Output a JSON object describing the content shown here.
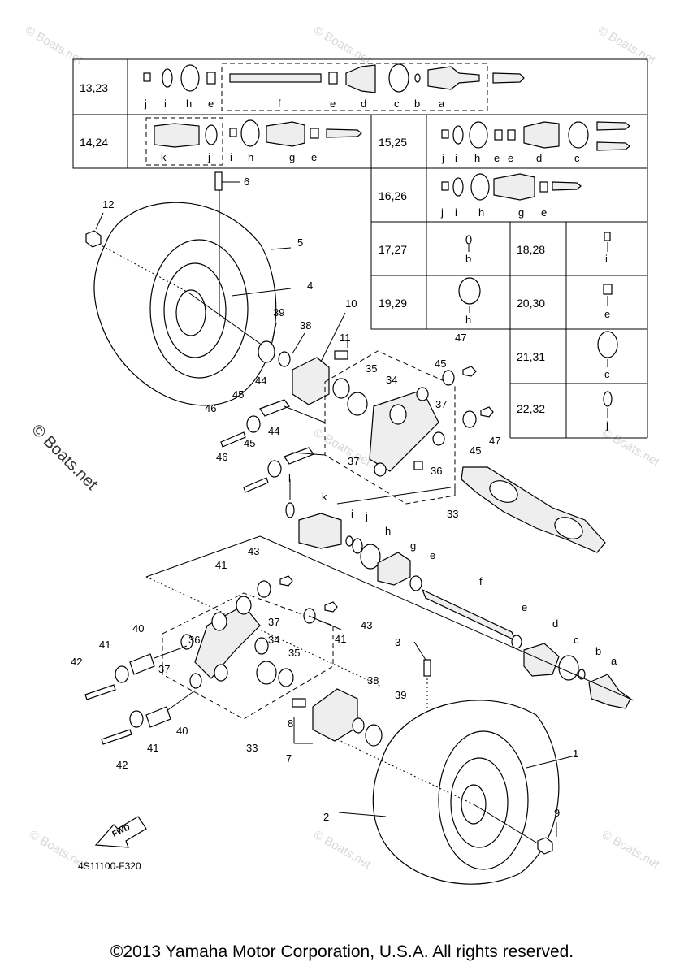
{
  "watermark": "© Boats.net",
  "side_watermark": "© Boats.net",
  "diagram_code": "4S11100-F320",
  "fwd_label": "FWD",
  "copyright": "©2013 Yamaha Motor Corporation, U.S.A. All rights reserved.",
  "table": {
    "row_13_23": {
      "label": "13,23",
      "letters": [
        "j",
        "i",
        "h",
        "e",
        "f",
        "e",
        "d",
        "c",
        "b",
        "a"
      ]
    },
    "row_14_24": {
      "label": "14,24",
      "letters": [
        "k",
        "j",
        "i",
        "h",
        "g",
        "e"
      ]
    },
    "row_15_25": {
      "label": "15,25",
      "letters": [
        "j",
        "i",
        "h",
        "e",
        "e",
        "d",
        "c"
      ]
    },
    "row_16_26": {
      "label": "16,26",
      "letters": [
        "j",
        "i",
        "h",
        "g",
        "e"
      ]
    },
    "row_17_27": {
      "label": "17,27",
      "letters": [
        "b"
      ]
    },
    "row_18_28": {
      "label": "18,28",
      "letters": [
        "i"
      ]
    },
    "row_19_29": {
      "label": "19,29",
      "letters": [
        "h"
      ]
    },
    "row_20_30": {
      "label": "20,30",
      "letters": [
        "e"
      ]
    },
    "row_21_31": {
      "label": "21,31",
      "letters": [
        "c"
      ]
    },
    "row_22_32": {
      "label": "22,32",
      "letters": [
        "j"
      ]
    }
  },
  "callouts": {
    "n1": "1",
    "n2": "2",
    "n3": "3",
    "n4": "4",
    "n5": "5",
    "n6": "6",
    "n7": "7",
    "n8": "8",
    "n9": "9",
    "n10": "10",
    "n11": "11",
    "n12": "12",
    "n33": "33",
    "n34": "34",
    "n35": "35",
    "n36": "36",
    "n37": "37",
    "n38": "38",
    "n39": "39",
    "n40": "40",
    "n41": "41",
    "n42": "42",
    "n43": "43",
    "n44": "44",
    "n45": "45",
    "n46": "46",
    "n47": "47"
  },
  "shaft_letters": {
    "l": "l",
    "k": "k",
    "i": "i",
    "j": "j",
    "h": "h",
    "g": "g",
    "e": "e",
    "f": "f",
    "d": "d",
    "c": "c",
    "b": "b",
    "a": "a"
  }
}
